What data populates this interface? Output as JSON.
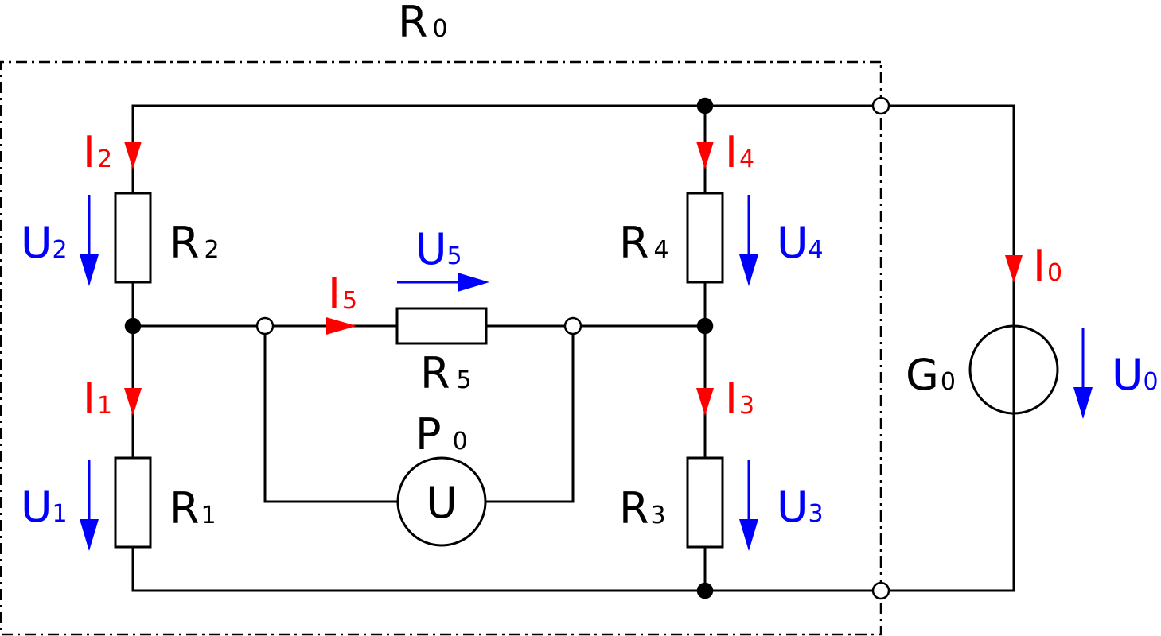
{
  "colors": {
    "wire": "#000000",
    "current": "#ff0000",
    "voltage": "#0000ff",
    "background": "#ffffff"
  },
  "labels": {
    "box": {
      "main": "R",
      "sub": "0"
    },
    "r1": {
      "main": "R",
      "sub": "1"
    },
    "r2": {
      "main": "R",
      "sub": "2"
    },
    "r3": {
      "main": "R",
      "sub": "3"
    },
    "r4": {
      "main": "R",
      "sub": "4"
    },
    "r5": {
      "main": "R",
      "sub": "5"
    },
    "p0": {
      "main": "P",
      "sub": "0"
    },
    "meter_symbol": "U",
    "g0": {
      "main": "G",
      "sub": "0"
    },
    "i0": {
      "main": "I",
      "sub": "0"
    },
    "i1": {
      "main": "I",
      "sub": "1"
    },
    "i2": {
      "main": "I",
      "sub": "2"
    },
    "i3": {
      "main": "I",
      "sub": "3"
    },
    "i4": {
      "main": "I",
      "sub": "4"
    },
    "i5": {
      "main": "I",
      "sub": "5"
    },
    "u0": {
      "main": "U",
      "sub": "0"
    },
    "u1": {
      "main": "U",
      "sub": "1"
    },
    "u2": {
      "main": "U",
      "sub": "2"
    },
    "u3": {
      "main": "U",
      "sub": "3"
    },
    "u4": {
      "main": "U",
      "sub": "4"
    },
    "u5": {
      "main": "U",
      "sub": "5"
    }
  }
}
